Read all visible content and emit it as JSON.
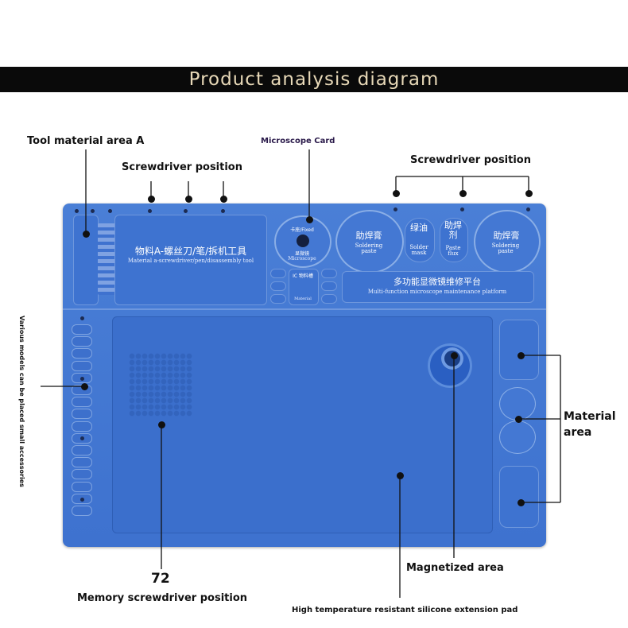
{
  "banner": {
    "title": "Product analysis diagram"
  },
  "labels": {
    "tool_material_area": "Tool material area A",
    "screwdriver_position_left": "Screwdriver position",
    "microscope_card": "Microscope Card",
    "screwdriver_position_right": "Screwdriver position",
    "various_models": "Various models can be placed small accessories",
    "material_area_line1": "Material",
    "material_area_line2": "area",
    "count_72": "72",
    "memory_screwdriver_position": "Memory screwdriver position",
    "magnetized_area": "Magnetized area",
    "silicone_pad": "High temperature resistant silicone extension pad"
  },
  "mat": {
    "material_a_cn": "物料A-螺丝刀/笔/拆机工具",
    "material_a_en": "Material a-screwdriver/pen/disassembly tool",
    "fixed_cn": "卡座/Fixed",
    "microscope_cn": "显微镜",
    "microscope_en": "Microscope",
    "ic_cn": "IC 物料槽",
    "ic_en": "Material",
    "paste_left_cn": "助焊膏",
    "paste_left_en": "Soldering paste",
    "mask_cn": "绿油",
    "mask_en": "Solder mask",
    "flux_cn": "助焊剂",
    "flux_en": "Paste flux",
    "paste_right_cn": "助焊膏",
    "paste_right_en": "Soldering paste",
    "platform_cn": "多功能显微镜维修平台",
    "platform_en": "Multi-function microscope maintenance platform"
  },
  "colors": {
    "mat_blue": "#3e72cf",
    "banner_bg": "#0a0a0a",
    "banner_text": "#e8d9b8"
  }
}
